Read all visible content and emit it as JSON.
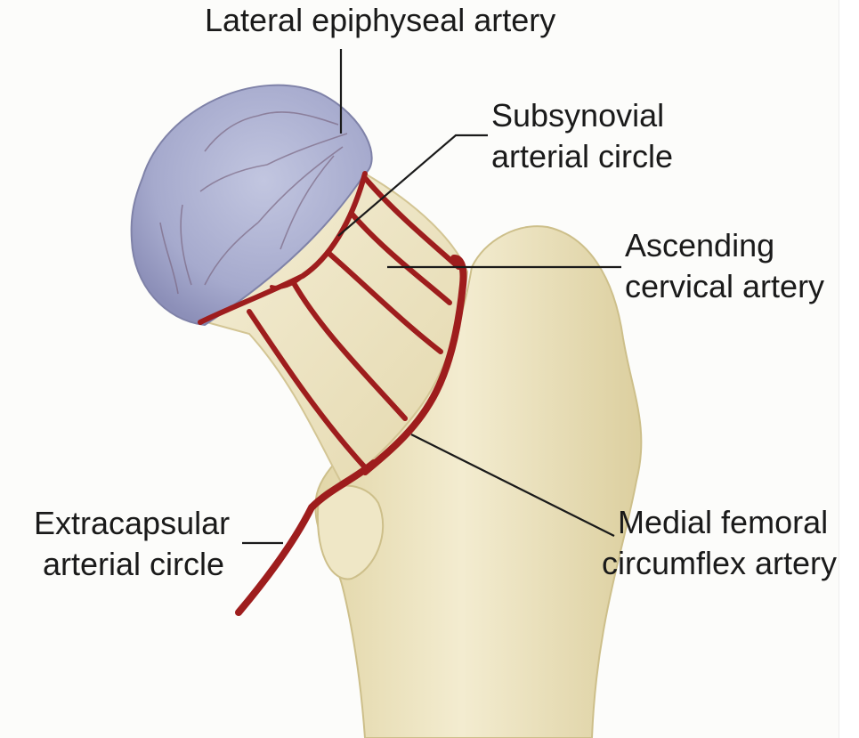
{
  "labels": {
    "lateral_epiphyseal": "Lateral epiphyseal artery",
    "subsynovial": [
      "Subsynovial",
      "arterial circle"
    ],
    "ascending_cervical": [
      "Ascending",
      "cervical artery"
    ],
    "extracapsular": [
      "Extracapsular",
      "arterial circle"
    ],
    "medial_femoral": [
      "Medial femoral",
      "circumflex artery"
    ]
  },
  "colors": {
    "bone": "#efe6c4",
    "bone_shadow": "#d9cc9e",
    "femoral_head": "#a9adcf",
    "artery": "#9e1d1d",
    "leader_line": "#1a1a1a",
    "background": "#fcfcfa"
  }
}
